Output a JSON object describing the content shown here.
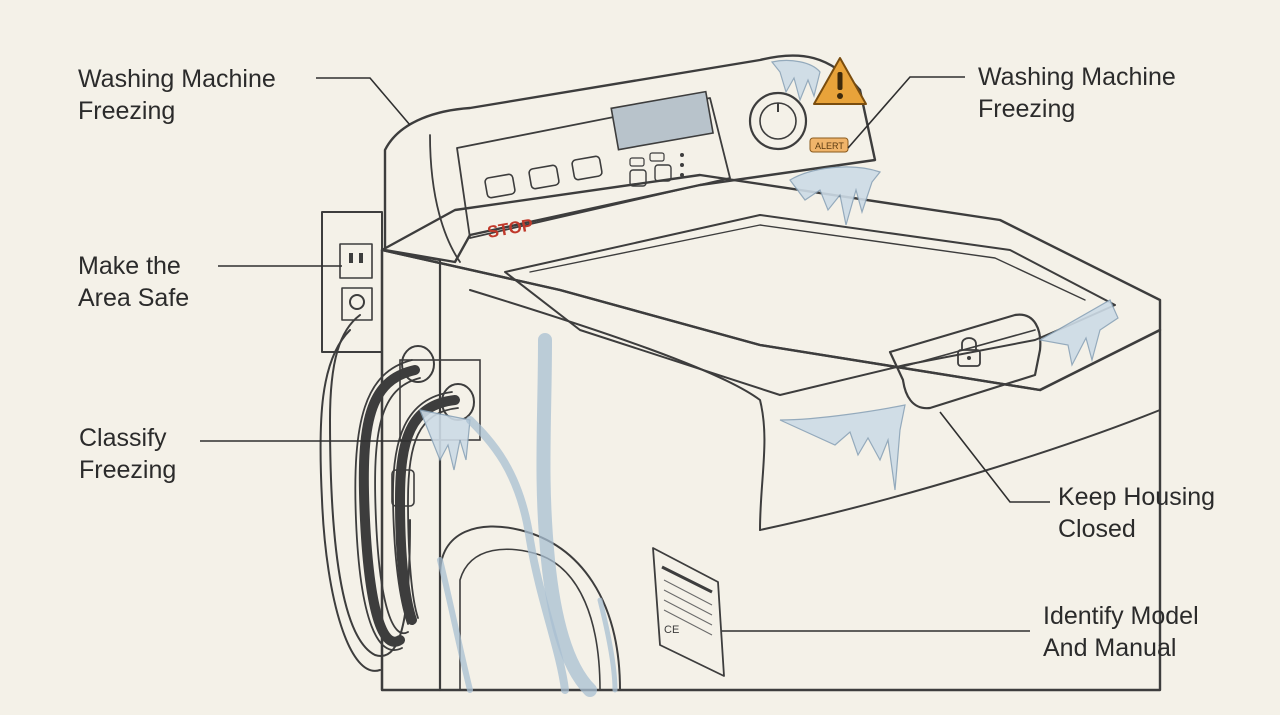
{
  "labels": {
    "top_left": {
      "line1": "Washing Machine",
      "line2": "Freezing"
    },
    "top_right": {
      "line1": "Washing Machine",
      "line2": "Freezing"
    },
    "make_safe": {
      "line1": "Make the",
      "line2": "Area Safe"
    },
    "classify": {
      "line1": "Classify",
      "line2": "Freezing"
    },
    "keep_housing": {
      "line1": "Keep Housing",
      "line2": "Closed"
    },
    "identify_model": {
      "line1": "Identify Model",
      "line2": "And Manual"
    }
  },
  "panel": {
    "stop_text": "STOP",
    "alert_text": "ALERT",
    "ce_mark": "CE"
  },
  "icons": [
    "warning-icon",
    "lock-icon",
    "power-outlet-icon",
    "control-knob-icon"
  ],
  "colors": {
    "background": "#f4f1e8",
    "ice": "#cddbe6",
    "warning": "#e8a33a",
    "stop": "#c0392b"
  }
}
